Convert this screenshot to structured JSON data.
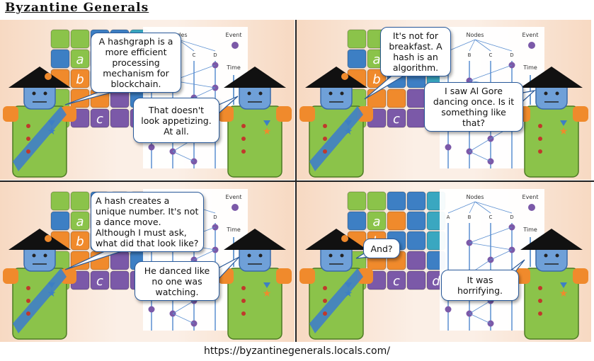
{
  "title": "Byzantine Generals",
  "footer_url": "https://byzantinegenerals.locals.com/",
  "diagram_labels": {
    "nodes": "Nodes",
    "event": "Event",
    "time": "Time",
    "node_a": "A",
    "node_b": "B",
    "node_c": "C",
    "node_d": "D"
  },
  "block_letters": {
    "a": "a",
    "b": "b",
    "c": "c",
    "d": "d"
  },
  "panels": [
    {
      "speech_left": "A hashgraph is a more efficient processing mechanism for blockchain.",
      "speech_right": "That doesn't look appetizing. At all."
    },
    {
      "speech_left": "It's not for breakfast. A hash is an algorithm.",
      "speech_right": "I saw Al Gore dancing once. Is it something like that?"
    },
    {
      "speech_left": "A hash creates a unique number. It's not a dance move.\nAlthough I must ask, what did that look like?",
      "speech_right": "He danced like no one was watching."
    },
    {
      "speech_left": "And?",
      "speech_right": "It was horrifying."
    }
  ],
  "colors": {
    "green": "#8bc34a",
    "blue": "#3d7fc4",
    "orange": "#f08a2c",
    "purple": "#7b59a8",
    "teal": "#3aa7c0",
    "hat": "#111111",
    "sash": "#3f7fc7"
  }
}
